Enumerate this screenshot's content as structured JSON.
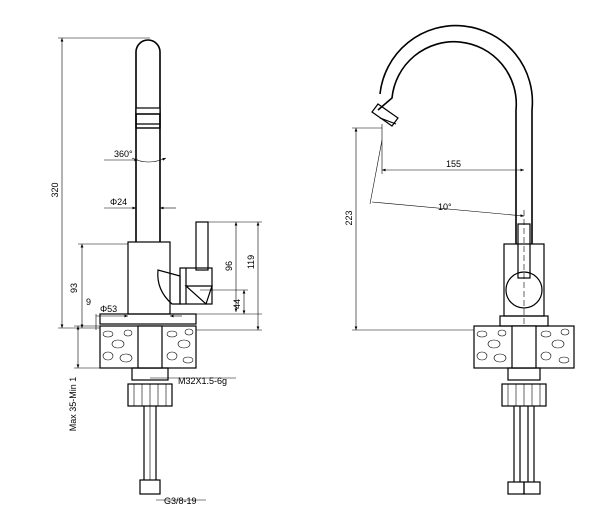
{
  "dimensions": {
    "height_total": "320",
    "rotation": "360°",
    "pipe_diameter": "Φ24",
    "body_height": "93",
    "handle_height": "96",
    "side_height": "119",
    "base_offset": "9",
    "base_diameter": "Φ53",
    "lever_offset": "44",
    "mount_range": "Max 35-Min 1",
    "thread_main": "M32X1.5-6g",
    "thread_hose": "G3/8-19",
    "spout_height": "223",
    "spout_reach": "155",
    "spout_angle": "10°"
  }
}
